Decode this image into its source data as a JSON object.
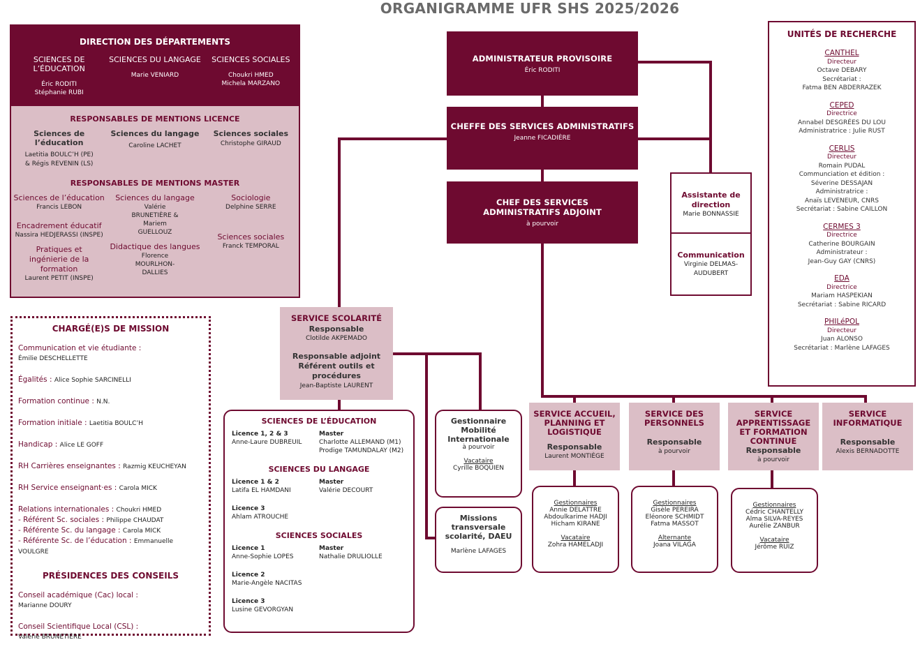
{
  "title": "ORGANIGRAMME UFR SHS 2025/2026",
  "direction_departements": {
    "title": "DIRECTION DES DÉPARTEMENTS",
    "departments": [
      {
        "name": "SCIENCES DE L’ÉDUCATION",
        "people": "Éric RODITI\nStéphanie RUBI",
        "p1": "Éric RODITI",
        "p2": "Stéphanie RUBI"
      },
      {
        "name": "SCIENCES DU LANGAGE",
        "p1": "Marie VENIARD",
        "p2": ""
      },
      {
        "name": "SCIENCES SOCIALES",
        "p1": "Choukri HMED",
        "p2": "Michela MARZANO"
      }
    ]
  },
  "mentions_licence": {
    "title": "RESPONSABLES DE MENTIONS LICENCE",
    "items": [
      {
        "discipline": "Sciences de l’éducation",
        "p1": "Laetitia BOULC’H (PE)",
        "p2": "& Régis REVENIN (LS)"
      },
      {
        "discipline": "Sciences du langage",
        "p1": "Caroline LACHET",
        "p2": ""
      },
      {
        "discipline": "Sciences sociales",
        "p1": "Christophe GIRAUD",
        "p2": ""
      }
    ]
  },
  "mentions_master": {
    "title": "RESPONSABLES DE MENTIONS MASTER",
    "columns": [
      [
        {
          "mention": "Sciences de l’éducation",
          "people": "Francis LEBON"
        },
        {
          "mention": "Encadrement éducatif",
          "people": "Nassira HEDJERASSI (INSPE)"
        },
        {
          "mention": "Pratiques et ingénierie de la formation",
          "people": "Laurent PETIT (INSPE)"
        }
      ],
      [
        {
          "mention": "Sciences du langage",
          "people": "Valérie BRUNETIÈRE & Mariem GUELLOUZ"
        },
        {
          "mention": "Didactique des langues",
          "people": "Florence MOURLHON-DALLIES"
        }
      ],
      [
        {
          "mention": "Sociologie",
          "people": "Delphine SERRE"
        },
        {
          "mention": "Sciences sociales",
          "people": "Franck TEMPORAL"
        }
      ]
    ]
  },
  "charges_mission": {
    "title": "CHARGÉ(E)S DE MISSION",
    "items": [
      {
        "role": "Communication et vie étudiante :",
        "person": "Émilie DESCHELLETTE",
        "newline": true
      },
      {
        "role": "Égalités :",
        "person": "Alice Sophie SARCINELLI"
      },
      {
        "role": "Formation continue :",
        "person": "N.N."
      },
      {
        "role": "Formation initiale :",
        "person": "Laetitia BOULC’H"
      },
      {
        "role": "Handicap :",
        "person": "Alice LE GOFF"
      },
      {
        "role": "RH Carrières enseignantes :",
        "person": "Razmig KEUCHEYAN"
      },
      {
        "role": "RH Service enseignant·es :",
        "person": "Carola MICK"
      }
    ],
    "relations": [
      {
        "role": "Relations internationales :",
        "person": "Choukri HMED"
      },
      {
        "role": "- Référent Sc. sociales :",
        "person": "Philippe CHAUDAT"
      },
      {
        "role": "- Référente Sc. du langage :",
        "person": "Carola MICK"
      },
      {
        "role": "- Référente Sc. de l’éducation :",
        "person": "Emmanuelle VOULGRE"
      }
    ]
  },
  "presidences": {
    "title": "PRÉSIDENCES DES CONSEILS",
    "items": [
      {
        "role": "Conseil académique (Cac) local :",
        "person": "Marianne DOURY"
      },
      {
        "role": "Conseil Scientifique Local (CSL) :",
        "person": "Valérie BRUNETIÈRE"
      }
    ]
  },
  "admin_provisoire": {
    "title": "ADMINISTRATEUR PROVISOIRE",
    "person": "Éric RODITI"
  },
  "cheffe_services": {
    "title": "CHEFFE DES SERVICES ADMINISTRATIFS",
    "person": "Jeanne FICADIÈRE"
  },
  "chef_adjoint": {
    "title": "CHEF DES SERVICES ADMINISTRATIFS ADJOINT",
    "person": "à pourvoir"
  },
  "assistante": {
    "title": "Assistante de direction",
    "person": "Marie BONNASSIE"
  },
  "communication": {
    "title": "Communication",
    "person": "Virginie DELMAS-AUDUBERT"
  },
  "unites_recherche": {
    "title": "UNITÉS DE RECHERCHE",
    "units": [
      {
        "name": "CANTHEL",
        "lines": [
          "Directeur",
          "Octave DEBARY",
          "Secrétariat :",
          "Fatma BEN ABDERRAZEK"
        ]
      },
      {
        "name": "CEPED",
        "lines": [
          "Directrice",
          "Annabel DESGRÉES DU LOU",
          "Administratrice : Julie RUST"
        ]
      },
      {
        "name": "CERLIS",
        "lines": [
          "Directeur",
          "Romain PUDAL",
          "Communciation et édition :",
          "Séverine DESSAJAN",
          "Administratrice :",
          "Anaïs LEVENEUR, CNRS",
          "Secrétariat : Sabine CAILLON"
        ]
      },
      {
        "name": "CERMES 3",
        "lines": [
          "Directrice",
          "Catherine BOURGAIN",
          "Administrateur :",
          "Jean-Guy GAY (CNRS)"
        ]
      },
      {
        "name": "EDA",
        "lines": [
          "Directrice",
          "Mariam HASPEKIAN",
          "Secrétariat : Sabine RICARD"
        ]
      },
      {
        "name": "PHILéPOL",
        "lines": [
          "Directeur",
          "Juan ALONSO",
          "Secrétariat : Marlène LAFAGES"
        ]
      }
    ]
  },
  "service_scolarite": {
    "title": "SERVICE SCOLARITÉ",
    "resp_label": "Responsable",
    "resp": "Clotilde AKPEMADO",
    "adjoint_label": "Responsable adjoint Référent outils et procédures",
    "adjoint": "Jean-Baptiste LAURENT"
  },
  "scolarite_teams": {
    "sections": [
      {
        "title": "SCIENCES DE L’ÉDUCATION",
        "rows": [
          [
            {
              "label": "Licence 1, 2 & 3",
              "people": [
                "Anne-Laure DUBREUIL"
              ]
            },
            {
              "label": "Master",
              "people": [
                "Charlotte ALLEMAND (M1)",
                "Prodige TAMUNDALAY (M2)"
              ]
            }
          ]
        ]
      },
      {
        "title": "SCIENCES DU LANGAGE",
        "rows": [
          [
            {
              "label": "Licence 1 & 2",
              "people": [
                "Latifa EL HAMDANI"
              ]
            },
            {
              "label": "Master",
              "people": [
                "Valérie DECOURT"
              ]
            }
          ],
          [
            {
              "label": "Licence 3",
              "people": [
                "Ahlam ATROUCHE"
              ]
            }
          ]
        ]
      },
      {
        "title": "SCIENCES SOCIALES",
        "rows": [
          [
            {
              "label": "Licence 1",
              "people": [
                "Anne-Sophie LOPES"
              ]
            },
            {
              "label": "Master",
              "people": [
                "Nathalie DRULIOLLE"
              ]
            }
          ],
          [
            {
              "label": "Licence 2",
              "people": [
                "Marie-Angèle NACITAS"
              ]
            }
          ],
          [
            {
              "label": "Licence 3",
              "people": [
                "Lusine GEVORGYAN"
              ]
            }
          ]
        ]
      }
    ]
  },
  "mobilite": {
    "title": "Gestionnaire Mobilité Internationale",
    "person": "à pourvoir",
    "sub_label": "Vacataire",
    "sub_person": "Cyrille BOQUIEN"
  },
  "missions": {
    "title": "Missions transversale scolarité, DAEU",
    "person": "Marlène LAFAGES"
  },
  "services": [
    {
      "title": "SERVICE ACCUEIL, PLANNING ET LOGISTIQUE",
      "resp_label": "Responsable",
      "resp": "Laurent MONTIÈGE",
      "team": [
        {
          "label": "Gestionnaires",
          "people": [
            "Annie DELATTRE",
            "Abdoulkarime HADJI",
            "Hicham KIRANE"
          ]
        },
        {
          "label": "Vacataire",
          "people": [
            "Zohra HAMELADJI"
          ]
        }
      ]
    },
    {
      "title": "SERVICE DES PERSONNELS",
      "resp_label": "Responsable",
      "resp": "à pourvoir",
      "team": [
        {
          "label": "Gestionnaires",
          "people": [
            "Gisèle PEREIRA",
            "Eléonore SCHMIDT",
            "Fatma MASSOT"
          ]
        },
        {
          "label": "Alternante",
          "people": [
            "Joana VILAGA"
          ]
        }
      ]
    },
    {
      "title": "SERVICE APPRENTISSAGE ET FORMATION CONTINUE",
      "resp_label": "Responsable",
      "resp": "à pourvoir",
      "team": [
        {
          "label": "Gestionnaires",
          "people": [
            "Cédric CHANTELLY",
            "Alma SILVA-REYES",
            "Aurélie ZANBUR"
          ]
        },
        {
          "label": "Vacataire",
          "people": [
            "Jérôme RUIZ"
          ]
        }
      ]
    },
    {
      "title": "SERVICE INFORMATIQUE",
      "resp_label": "Responsable",
      "resp": "Alexis BERNADOTTE",
      "team": []
    }
  ],
  "colors": {
    "primary": "#6e0a30",
    "pink": "#dbbec6",
    "title_gray": "#6a6a6a"
  }
}
